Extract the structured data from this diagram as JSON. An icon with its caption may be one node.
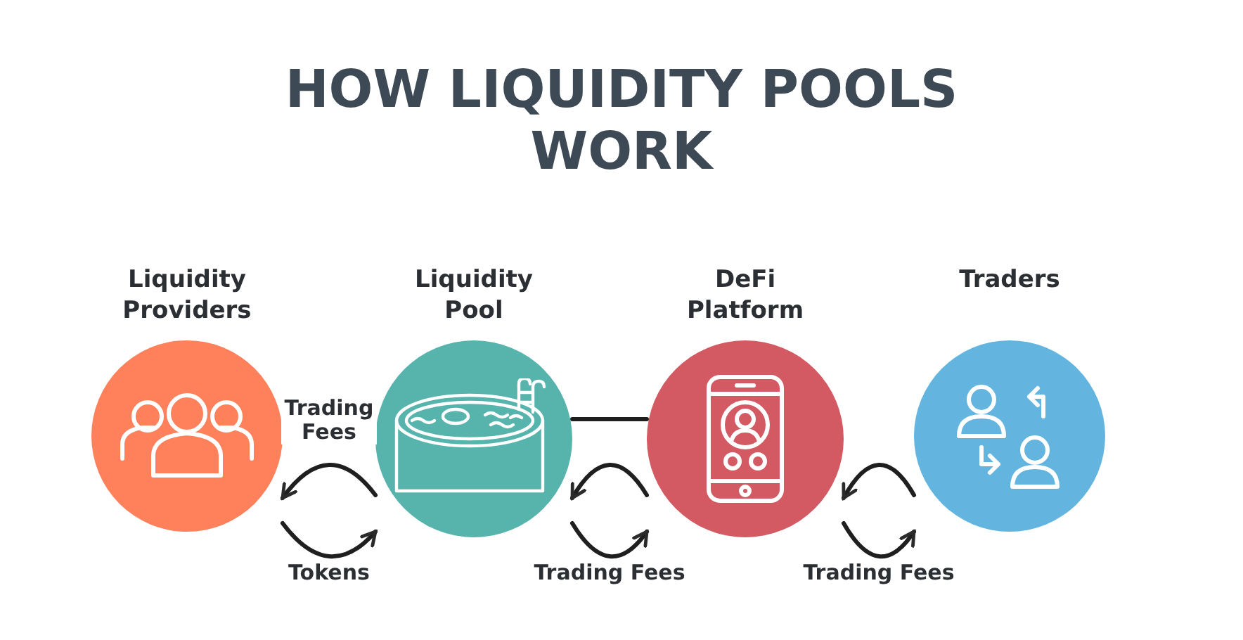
{
  "diagram": {
    "title": "HOW LIQUIDITY POOLS WORK",
    "nodes": [
      {
        "text": [
          "Liquidity Providers"
        ]
      },
      {
        "text": [
          "Liquidity Pool"
        ]
      },
      {
        "text": [
          "DeFi Platform"
        ]
      },
      {
        "text": [
          "Traders"
        ]
      }
    ],
    "edges": [
      {
        "from": 1,
        "to": 0,
        "arrow": "to",
        "label": "Trading Fees"
      },
      {
        "from": 0,
        "to": 1,
        "arrow": "to",
        "label": "Tokens"
      },
      {
        "from": 1,
        "to": 2,
        "arrow": "none"
      },
      {
        "from": 2,
        "to": 1,
        "arrow": "to"
      },
      {
        "from": 1,
        "to": 2,
        "arrow": "to",
        "label": "Trading Fees"
      },
      {
        "from": 3,
        "to": 2,
        "arrow": "to"
      },
      {
        "from": 2,
        "to": 3,
        "arrow": "to",
        "label": "Trading Fees"
      }
    ]
  }
}
